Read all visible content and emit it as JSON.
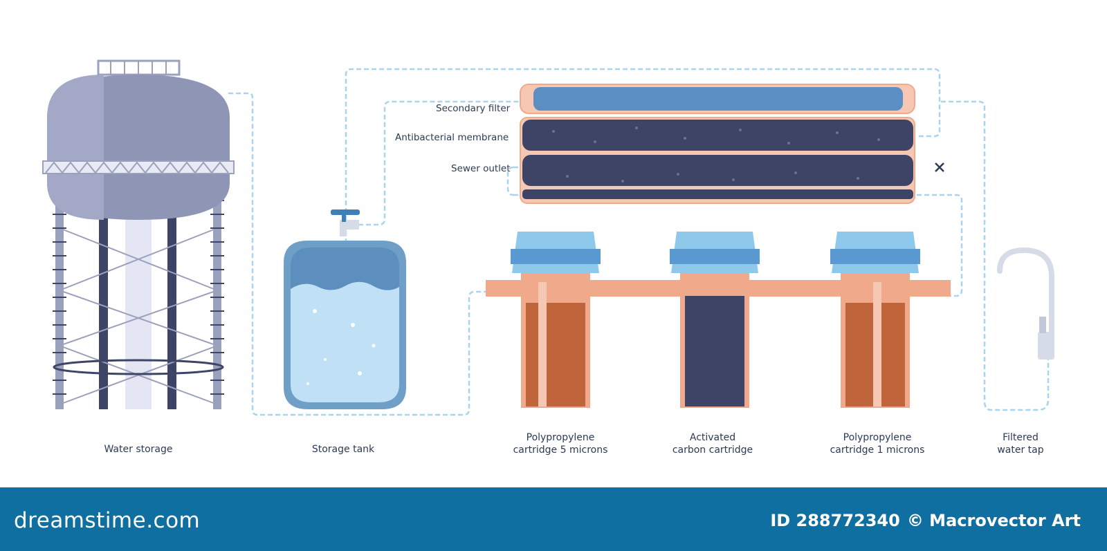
{
  "labels": {
    "water_storage": "Water storage",
    "storage_tank": "Storage tank",
    "pp5_line1": "Polypropylene",
    "pp5_line2": "cartridge 5 microns",
    "carbon_line1": "Activated",
    "carbon_line2": "carbon cartridge",
    "pp1_line1": "Polypropylene",
    "pp1_line2": "cartridge 1 microns",
    "tap_line1": "Filtered",
    "tap_line2": "water tap",
    "secondary_filter": "Secondary filter",
    "antibacterial_membrane": "Antibacterial membrane",
    "sewer_outlet": "Sewer outlet"
  },
  "footer": {
    "brand": "dreamstime.com",
    "id": "ID 288772340",
    "credit": "© Macrovector Art"
  },
  "colors": {
    "footer_bg": "#0f6fa0",
    "pipe": "#f0a98a",
    "flow": "#a9d4ee",
    "membrane": "#3d4466",
    "water": "#bfe0f5",
    "tank": "#8f95b5"
  }
}
